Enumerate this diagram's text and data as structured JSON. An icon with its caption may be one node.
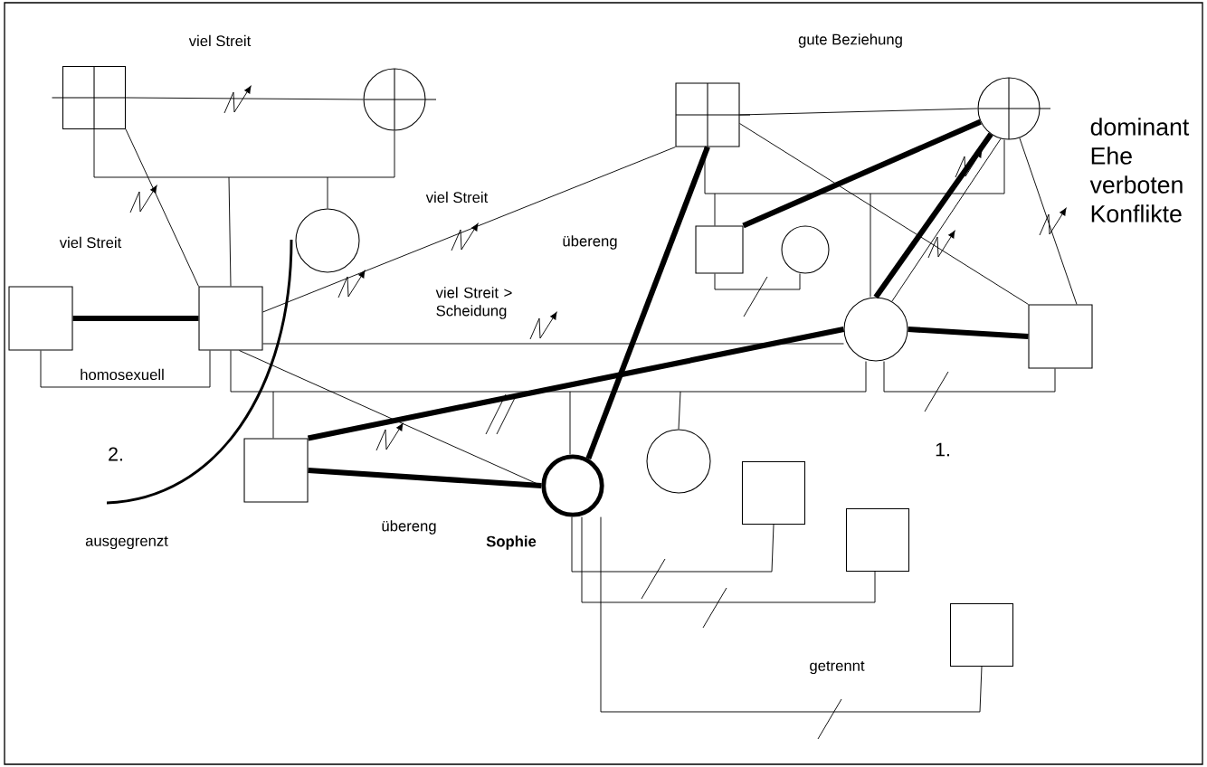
{
  "diagram": {
    "nodes": [
      {
        "text": [],
        "shape": "box"
      },
      {
        "text": [],
        "shape": "circle"
      },
      {
        "text": [],
        "shape": "box"
      },
      {
        "text": [],
        "shape": "circle"
      },
      {
        "text": [],
        "shape": "box"
      },
      {
        "text": [],
        "shape": "box"
      },
      {
        "text": [],
        "shape": "circle"
      },
      {
        "text": [],
        "shape": "box"
      },
      {
        "text": [],
        "shape": "circle"
      },
      {
        "text": [],
        "shape": "circle"
      },
      {
        "text": [],
        "shape": "box"
      },
      {
        "text": [],
        "shape": "box"
      },
      {
        "text": [],
        "shape": "circle",
        "beside": [
          "Sophie"
        ]
      },
      {
        "text": [],
        "shape": "circle"
      },
      {
        "text": [],
        "shape": "box"
      },
      {
        "text": [],
        "shape": "box"
      },
      {
        "text": [],
        "shape": "box"
      }
    ],
    "edges": [
      {
        "from": 0,
        "to": 1,
        "arrow": "none"
      },
      {
        "from": 0,
        "to": 5,
        "arrow": "none"
      },
      {
        "from": 0,
        "to": 1,
        "arrow": "none"
      },
      {
        "from": null,
        "to": 5,
        "arrow": "none"
      },
      {
        "from": null,
        "to": 6,
        "arrow": "none"
      },
      {
        "from": 4,
        "to": 5,
        "arrow": "none",
        "style": "thick"
      },
      {
        "from": 4,
        "to": 5,
        "arrow": "none"
      },
      {
        "from": 5,
        "to": 9,
        "arrow": "none"
      },
      {
        "from": 9,
        "to": 10,
        "arrow": "none"
      },
      {
        "from": null,
        "to": 11,
        "arrow": "none"
      },
      {
        "from": null,
        "to": 12,
        "arrow": "none"
      },
      {
        "from": null,
        "to": 13,
        "arrow": "none"
      },
      {
        "from": 5,
        "to": 9,
        "arrow": "none"
      },
      {
        "from": 5,
        "to": 2,
        "arrow": "none"
      },
      {
        "from": 11,
        "to": 9,
        "arrow": "none",
        "style": "thick"
      },
      {
        "from": 2,
        "to": 12,
        "arrow": "none",
        "style": "thick"
      },
      {
        "from": 5,
        "to": 12,
        "arrow": "none"
      },
      {
        "from": 11,
        "to": 12,
        "arrow": "none",
        "style": "thick"
      },
      {
        "from": 12,
        "to": 14,
        "arrow": "none"
      },
      {
        "from": 12,
        "to": 15,
        "arrow": "none"
      },
      {
        "from": 12,
        "to": 16,
        "arrow": "none"
      },
      {
        "from": 2,
        "to": 3,
        "arrow": "none"
      },
      {
        "from": 2,
        "to": 3,
        "arrow": "none"
      },
      {
        "from": null,
        "to": 7,
        "arrow": "none"
      },
      {
        "from": null,
        "to": 9,
        "arrow": "none"
      },
      {
        "from": 7,
        "to": 8,
        "arrow": "none"
      },
      {
        "from": 3,
        "to": 7,
        "arrow": "none",
        "style": "thick"
      },
      {
        "from": 3,
        "to": 9,
        "arrow": "none",
        "style": "thick"
      },
      {
        "from": 3,
        "to": 9,
        "arrow": "none"
      },
      {
        "from": 2,
        "to": 10,
        "arrow": "none"
      },
      {
        "from": 3,
        "to": 10,
        "arrow": "none"
      },
      {
        "from": 9,
        "to": 10,
        "arrow": "none",
        "style": "thick"
      }
    ],
    "labels": [
      "viel Streit",
      "gute Beziehung",
      "dominant Ehe verboten Konflikte",
      "viel Streit",
      "viel Streit",
      "übereng",
      "viel Streit > Scheidung",
      "homosexuell",
      "2.",
      "1.",
      "übereng",
      "ausgegrenzt",
      "getrennt"
    ]
  }
}
